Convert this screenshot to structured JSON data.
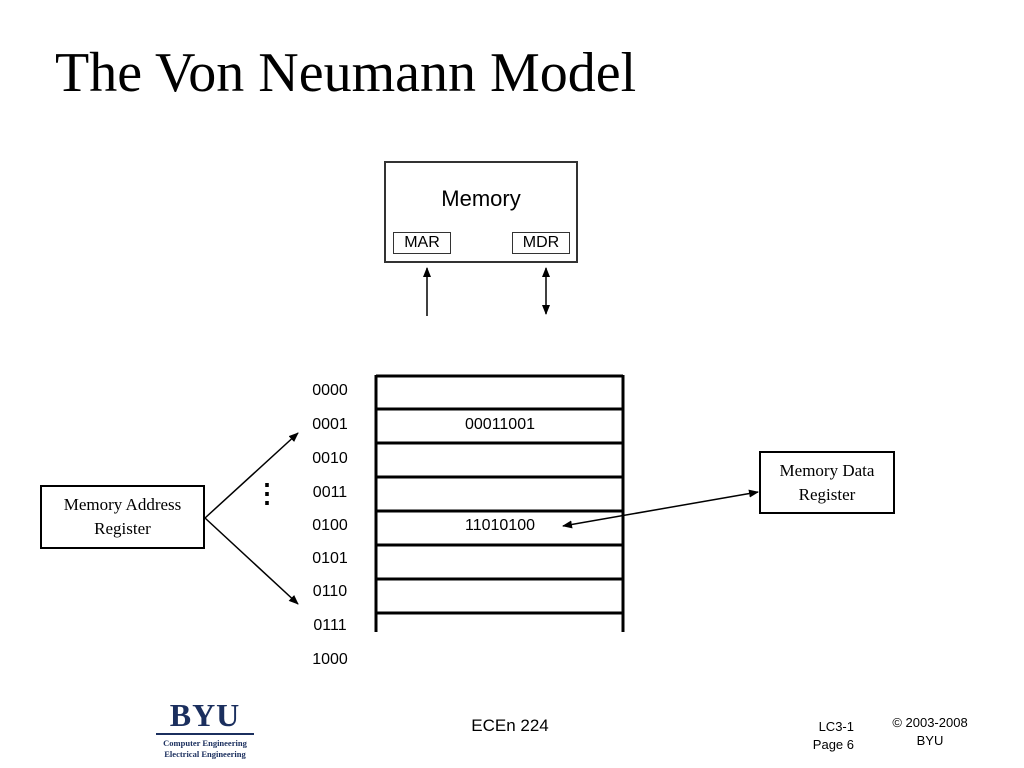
{
  "slide": {
    "title": "The Von Neumann Model"
  },
  "memory_unit": {
    "label": "Memory",
    "mar_label": "MAR",
    "mdr_label": "MDR"
  },
  "memory_table": {
    "addresses": [
      "0000",
      "0001",
      "0010",
      "0011",
      "0100",
      "0101",
      "0110",
      "0111",
      "1000"
    ],
    "cells": [
      {
        "address": "0000",
        "value": ""
      },
      {
        "address": "0001",
        "value": "00011001"
      },
      {
        "address": "0010",
        "value": ""
      },
      {
        "address": "0011",
        "value": ""
      },
      {
        "address": "0100",
        "value": "11010100"
      },
      {
        "address": "0101",
        "value": ""
      },
      {
        "address": "0110",
        "value": ""
      },
      {
        "address": "0111",
        "value": ""
      }
    ],
    "ellipsis": "⋮"
  },
  "address_register": {
    "label_line1": "Memory Address",
    "label_line2": "Register"
  },
  "data_register": {
    "label_line1": "Memory Data",
    "label_line2": "Register"
  },
  "footer": {
    "course": "ECEn 224",
    "lesson": "LC3-1",
    "page": "Page 6",
    "copyright_line1": "© 2003-2008",
    "copyright_line2": "BYU",
    "logo_text": "BYU",
    "logo_line1": "Computer Engineering",
    "logo_line2": "Electrical Engineering"
  }
}
